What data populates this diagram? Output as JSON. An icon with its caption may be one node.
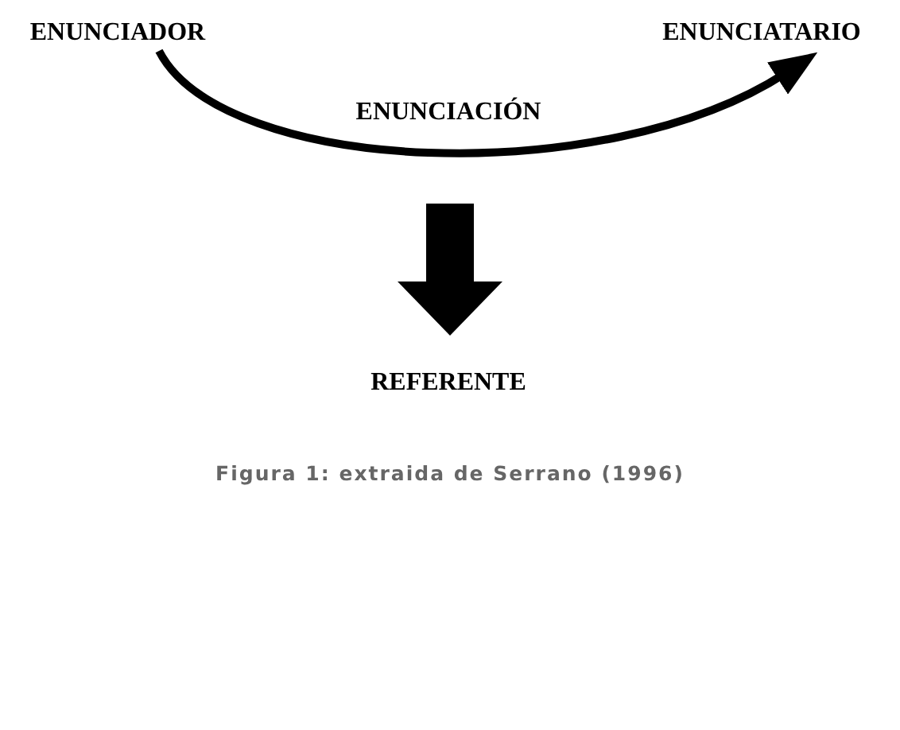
{
  "diagram": {
    "caption": "Figura 1: extraida de Serrano (1996)",
    "nodes": [
      {
        "text": [
          "ENUNCIADOR"
        ]
      },
      {
        "text": [
          "ENUNCIATARIO"
        ]
      },
      {
        "text": [
          "REFERENTE"
        ]
      }
    ],
    "edges": [
      {
        "from": 0,
        "to": 1,
        "arrow": "to",
        "label": "ENUNCIACIÓN"
      },
      {
        "from": null,
        "to": 2,
        "arrow": "to",
        "style": "thick"
      }
    ]
  }
}
